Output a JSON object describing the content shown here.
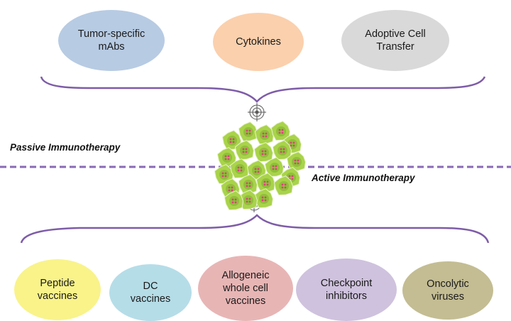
{
  "passive": {
    "label": "Passive Immunotherapy",
    "items": [
      {
        "label": "Tumor-specific\nmAbs",
        "color": "#b7cbe3"
      },
      {
        "label": "Cytokines",
        "color": "#fbd0ad"
      },
      {
        "label": "Adoptive Cell\nTransfer",
        "color": "#d9d9d9"
      }
    ]
  },
  "active": {
    "label": "Active Immunotherapy",
    "items": [
      {
        "label": "Peptide\nvaccines",
        "color": "#f9f38a"
      },
      {
        "label": "DC\nvaccines",
        "color": "#b5dde8"
      },
      {
        "label": "Allogeneic\nwhole cell\nvaccines",
        "color": "#e8b5b5"
      },
      {
        "label": "Checkpoint\ninhibitors",
        "color": "#cfc2de"
      },
      {
        "label": "Oncolytic\nviruses",
        "color": "#c4bd93"
      }
    ]
  },
  "colors": {
    "brace": "#7e5ca8",
    "divider": "#8a6ab5",
    "cell_outer": "#a9d34a",
    "cell_inner": "#8fbf3a",
    "cell_nucleus": "#d9437a",
    "target": "#555555"
  }
}
